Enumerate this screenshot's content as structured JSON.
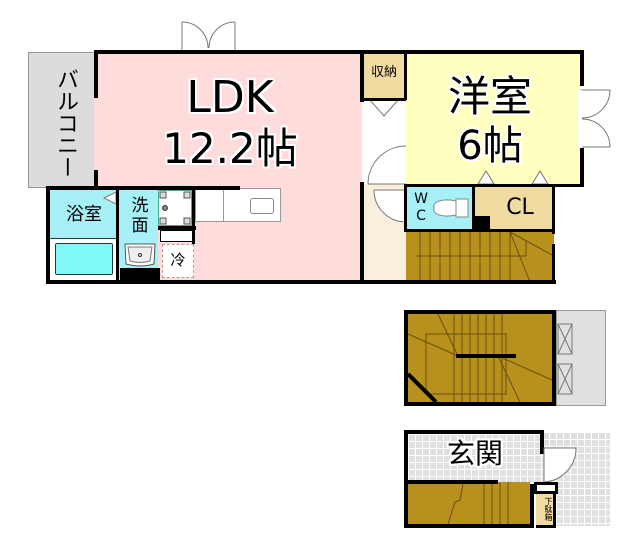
{
  "floor1": {
    "balcony": {
      "label": "バルコニー"
    },
    "ldk": {
      "label": "LDK",
      "size": "12.2帖"
    },
    "storage": {
      "label": "収納"
    },
    "western_room": {
      "label": "洋室",
      "size": "6帖"
    },
    "bathroom": {
      "label": "浴室"
    },
    "washroom": {
      "label_line1": "洗",
      "label_line2": "面"
    },
    "fridge": {
      "label": "冷"
    },
    "wc": {
      "label_line1": "W",
      "label_line2": "C"
    },
    "closet": {
      "label": "CL"
    }
  },
  "floor2": {
    "stairs": {
      "label": ""
    }
  },
  "floor3": {
    "entrance": {
      "label": "玄関"
    },
    "shoe_storage": {
      "label": "下駄箱"
    }
  },
  "colors": {
    "ldk": "#ffdcdc",
    "western_room": "#ffffc0",
    "storage": "#f0dca0",
    "wet_area": "#a8f0f8",
    "hall": "#f8f0dc",
    "stairs": "#b8901c",
    "balcony": "#dcdcdc",
    "tile": "#e0e0e0"
  }
}
